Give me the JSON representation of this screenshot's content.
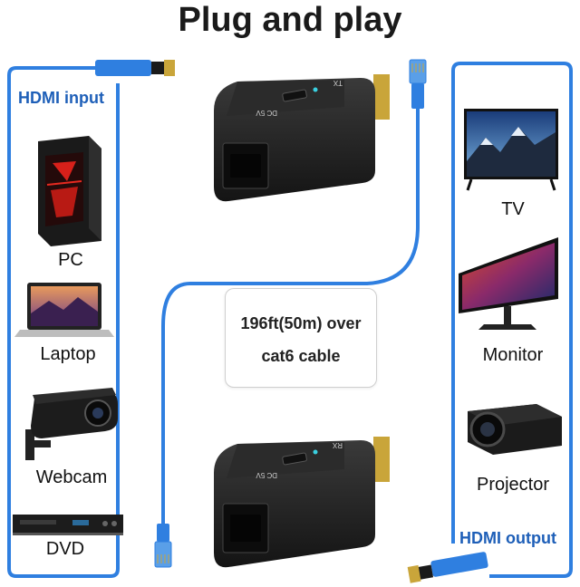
{
  "title": "Plug and play",
  "left": {
    "label": "HDMI input",
    "devices": [
      {
        "label": "PC",
        "icon": "pc-tower-icon"
      },
      {
        "label": "Laptop",
        "icon": "laptop-icon"
      },
      {
        "label": "Webcam",
        "icon": "webcam-icon"
      },
      {
        "label": "DVD",
        "icon": "dvd-player-icon"
      }
    ]
  },
  "right": {
    "label": "HDMI output",
    "devices": [
      {
        "label": "TV",
        "icon": "tv-icon"
      },
      {
        "label": "Monitor",
        "icon": "monitor-icon"
      },
      {
        "label": "Projector",
        "icon": "projector-icon"
      }
    ]
  },
  "cable": {
    "line1": "196ft(50m) over",
    "line2": "cat6 cable"
  },
  "extender": {
    "dc_label": "DC 5V",
    "tx_label": "TX",
    "rx_label": "RX"
  },
  "colors": {
    "cable_blue": "#2f7fe0",
    "label_blue": "#1e5fb8",
    "device_black": "#1b1b1b",
    "gold": "#c9a53a"
  }
}
